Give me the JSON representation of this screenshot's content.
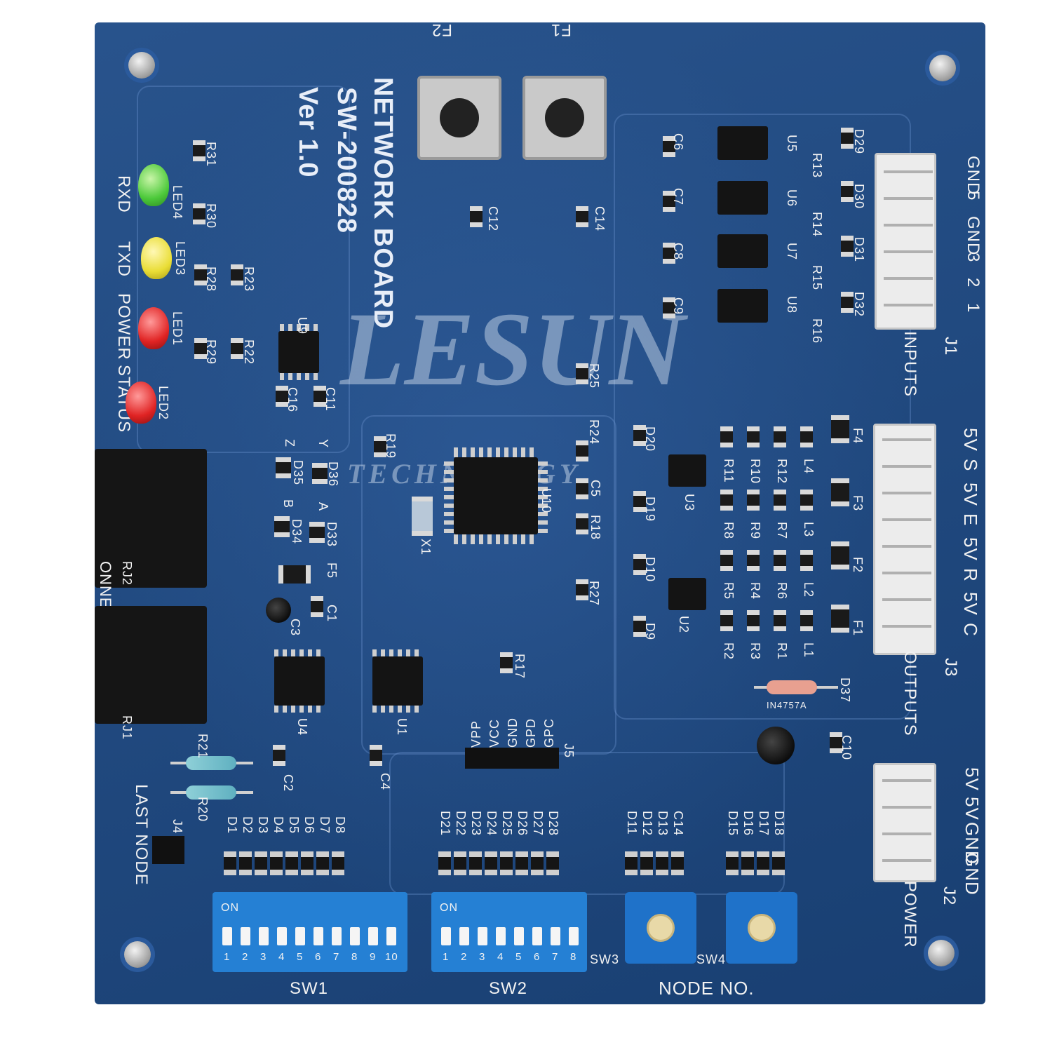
{
  "board": {
    "version": "Ver 1.0",
    "model": "SW-200828",
    "name": "NETWORK BOARD",
    "watermark": "LESUN",
    "watermark_sub": "TECHNOLOGY",
    "colors": {
      "board": "#1d4a86",
      "silk": "#f2f2f2"
    }
  },
  "buttons": {
    "f1": "F1",
    "f2": "F2"
  },
  "leds": {
    "rxd": "RXD",
    "txd": "TXD",
    "power": "POWER",
    "status": "STATUS",
    "led4": "LED4",
    "led3": "LED3",
    "led1": "LED1",
    "led2": "LED2"
  },
  "ports": {
    "rj2": "RJ2",
    "rj1": "RJ1",
    "conne": "ONNE",
    "last_node": "LAST NODE",
    "j4": "J4"
  },
  "connectors": {
    "j1": "J1",
    "inputs": "INPUTS",
    "input_pins": [
      "GND",
      "5",
      "GND",
      "3",
      "2",
      "1"
    ],
    "j3": "J3",
    "outputs": "OUTPUTS",
    "output_pins": [
      "5V",
      "S",
      "5V",
      "E",
      "5V",
      "R",
      "5V",
      "C"
    ],
    "j2": "J2",
    "power": "POWER",
    "power_pins": [
      "5V",
      "5V",
      "GND",
      "GND"
    ]
  },
  "switches": {
    "sw1": "SW1",
    "sw2": "SW2",
    "sw3": "SW3",
    "sw4": "SW4",
    "on": "ON",
    "sw1_numbers": [
      "1",
      "2",
      "3",
      "4",
      "5",
      "6",
      "7",
      "8",
      "9",
      "10"
    ],
    "sw2_numbers": [
      "1",
      "2",
      "3",
      "4",
      "5",
      "6",
      "7",
      "8"
    ],
    "node_no": "NODE NO.",
    "sw1_diodes": [
      "D1",
      "D2",
      "D3",
      "D4",
      "D5",
      "D6",
      "D7",
      "D8"
    ],
    "sw2_diodes": [
      "D21",
      "D22",
      "D23",
      "D24",
      "D25",
      "D26",
      "D27",
      "D28"
    ],
    "sw3_diodes": [
      "D11",
      "D12",
      "D13",
      "C14"
    ],
    "sw4_diodes": [
      "D15",
      "D16",
      "D17",
      "D18"
    ]
  },
  "j5": {
    "label": "J5",
    "pins": [
      "VPP",
      "VCC",
      "GND",
      "GPD",
      "GPC"
    ]
  },
  "components": {
    "u1": "U1",
    "u2": "U2",
    "u3": "U3",
    "u4": "U4",
    "u9": "U9",
    "u10": "U10",
    "u5": "U5",
    "u6": "U6",
    "u7": "U7",
    "u8": "U8",
    "c12": "C12",
    "c14": "C14",
    "c10": "C10",
    "c1": "C1",
    "c2": "C2",
    "c3": "C3",
    "c4": "C4",
    "c16": "C16",
    "c11": "C11",
    "c5": "C5",
    "d37": "D37",
    "d29": "D29",
    "d30": "D30",
    "d31": "D31",
    "d32": "D32",
    "d19": "D19",
    "d20": "D20",
    "d10": "D10",
    "d9": "D9",
    "d34": "D34",
    "d35": "D35",
    "d33": "D33",
    "d36": "D36",
    "r25": "R25",
    "r24": "R24",
    "r27": "R27",
    "r17": "R17",
    "r19": "R19",
    "r18": "R18",
    "r31": "R31",
    "r30": "R30",
    "r28": "R28",
    "r23": "R23",
    "r29": "R29",
    "r22": "R22",
    "r21": "R21",
    "r20": "R20",
    "r11": "R11",
    "r10": "R10",
    "r12": "R12",
    "l4": "L4",
    "r8": "R8",
    "r9": "R9",
    "r7": "R7",
    "l3": "L3",
    "r5": "R5",
    "r4": "R4",
    "r6": "R6",
    "l2": "L2",
    "r2": "R2",
    "r3": "R3",
    "r1": "R1",
    "l1": "L1",
    "f1": "F1",
    "f2": "F2",
    "f3": "F3",
    "f4": "F4",
    "f5": "F5",
    "x1": "X1",
    "r13": "R13",
    "r14": "R14",
    "r15": "R15",
    "r16": "R16",
    "c6": "C6",
    "c7": "C7",
    "c8": "C8",
    "c9": "C9",
    "z": "Z",
    "b": "B",
    "a": "A",
    "y": "Y",
    "diode_code": "IN4757A"
  }
}
